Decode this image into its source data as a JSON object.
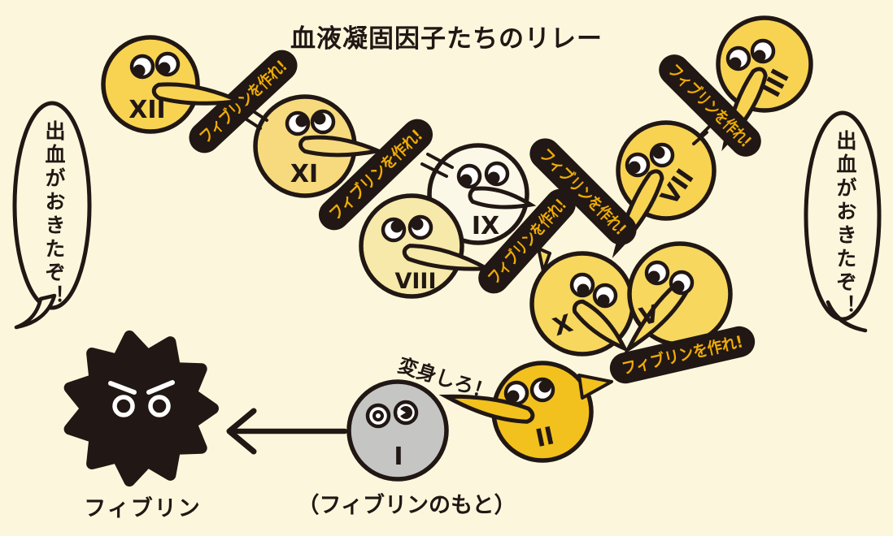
{
  "title": "血液凝固因子たちのリレー",
  "speech_bubbles": {
    "left": "出血がおきたぞ！",
    "right": "出血がおきたぞ！"
  },
  "baton_label": "フィブリンを作れ!",
  "factors": {
    "xii": "XII",
    "xi": "XI",
    "ix": "IX",
    "viii": "VIII",
    "vii": "VII",
    "iii": "III",
    "x": "X",
    "v": "V",
    "ii": "II",
    "i": "I"
  },
  "annotations": {
    "transform_command": "変身しろ！",
    "fibrin_label": "フィブリン",
    "fibrinogen_note": "（フィブリンのもと）"
  },
  "colors": {
    "background": "#FCF7DC",
    "outline": "#211714",
    "baton_fill": "#211714",
    "baton_text": "#EFAC06",
    "factor_yellow": "#F8D351",
    "factor_xi": "#F6DA7D",
    "factor_ix": "#FCF8E8",
    "factor_viii": "#F6E9A9",
    "factor_x_v": "#F7D75E",
    "factor_ii": "#F2C11D",
    "factor_i": "#C5C6C4",
    "fibrin": "#211714"
  }
}
